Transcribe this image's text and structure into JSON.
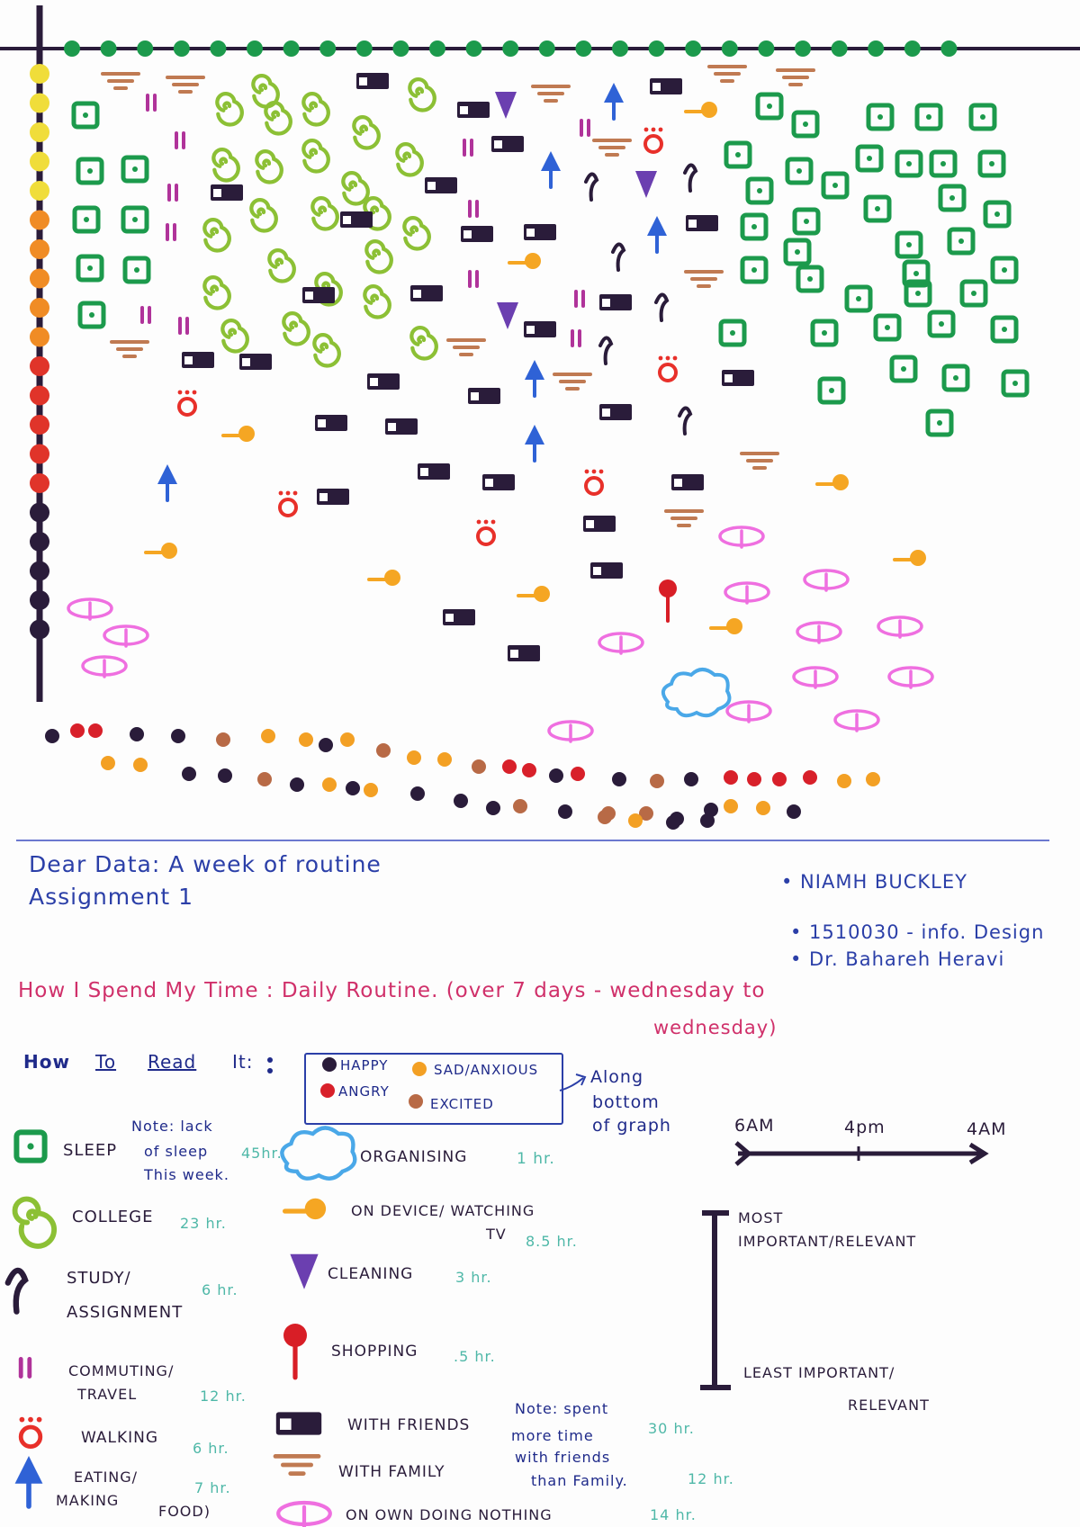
{
  "header": {
    "title_line1": "Dear Data: A week of routine",
    "title_line2": "Assignment 1",
    "author": "• NIAMH BUCKLEY",
    "course": "• 1510030 - info. Design",
    "lecturer": "• Dr. Bahareh Heravi",
    "subtitle": "How I Spend My Time : Daily Routine. (over 7 days - wednesday to",
    "subtitle_cont": "wednesday)"
  },
  "how_to_read": {
    "label_a": "How",
    "label_b": "To",
    "label_c": "Read",
    "label_d": "It:",
    "moods": [
      {
        "label": "HAPPY",
        "color": "#2a1c3a"
      },
      {
        "label": "SAD/ANXIOUS",
        "color": "#f3a024"
      },
      {
        "label": "ANGRY",
        "color": "#d8202a"
      },
      {
        "label": "EXCITED",
        "color": "#b86a46"
      }
    ],
    "mood_note_1": "Along",
    "mood_note_2": "bottom",
    "mood_note_3": "of graph"
  },
  "time_axis": {
    "start": "6AM",
    "mid": "4pm",
    "end": "4AM"
  },
  "importance_scale": {
    "top": "MOST",
    "top2": "IMPORTANT/RELEVANT",
    "bottom": "LEAST IMPORTANT/",
    "bottom2": "RELEVANT"
  },
  "legend": {
    "sleep": {
      "label": "SLEEP",
      "note1": "Note: lack",
      "note2": "of sleep",
      "note3": "This week.",
      "hours": "45hr."
    },
    "college": {
      "label": "COLLEGE",
      "hours": "23 hr."
    },
    "study": {
      "label1": "STUDY/",
      "label2": "ASSIGNMENT",
      "hours": "6 hr."
    },
    "commuting": {
      "label1": "COMMUTING/",
      "label2": "TRAVEL",
      "hours": "12 hr."
    },
    "walking": {
      "label": "WALKING",
      "hours": "6 hr."
    },
    "eating": {
      "label1": "EATING/",
      "label2": "MAKING",
      "label3": "FOOD)",
      "hours": "7 hr."
    },
    "organising": {
      "label": "ORGANISING",
      "hours": "1 hr."
    },
    "device": {
      "label1": "ON DEVICE/ WATCHING",
      "label2": "TV",
      "hours": "8.5 hr."
    },
    "cleaning": {
      "label": "CLEANING",
      "hours": "3 hr."
    },
    "shopping": {
      "label": "SHOPPING",
      "hours": ".5 hr."
    },
    "friends": {
      "label": "WITH FRIENDS",
      "hours": "30 hr.",
      "note1": "Note: spent",
      "note2": "more time",
      "note3": "with friends",
      "note4": "than Family."
    },
    "family": {
      "label": "WITH FAMILY",
      "hours": "12 hr."
    },
    "own": {
      "label": "ON OWN DOING NOTHING",
      "hours": "14 hr."
    }
  },
  "colors": {
    "sleep": "#1c9a4c",
    "college": "#8cc035",
    "study": "#2a1c3a",
    "commuting": "#b0339a",
    "walking": "#e8302a",
    "eating": "#2f62d6",
    "organising": "#4aa8e8",
    "device": "#f5a623",
    "cleaning": "#6b3fb0",
    "shopping": "#d81e26",
    "friends": "#2a1c3a",
    "family": "#c07a52",
    "own": "#ef6fe0",
    "axis": "#2a1c3a"
  }
}
